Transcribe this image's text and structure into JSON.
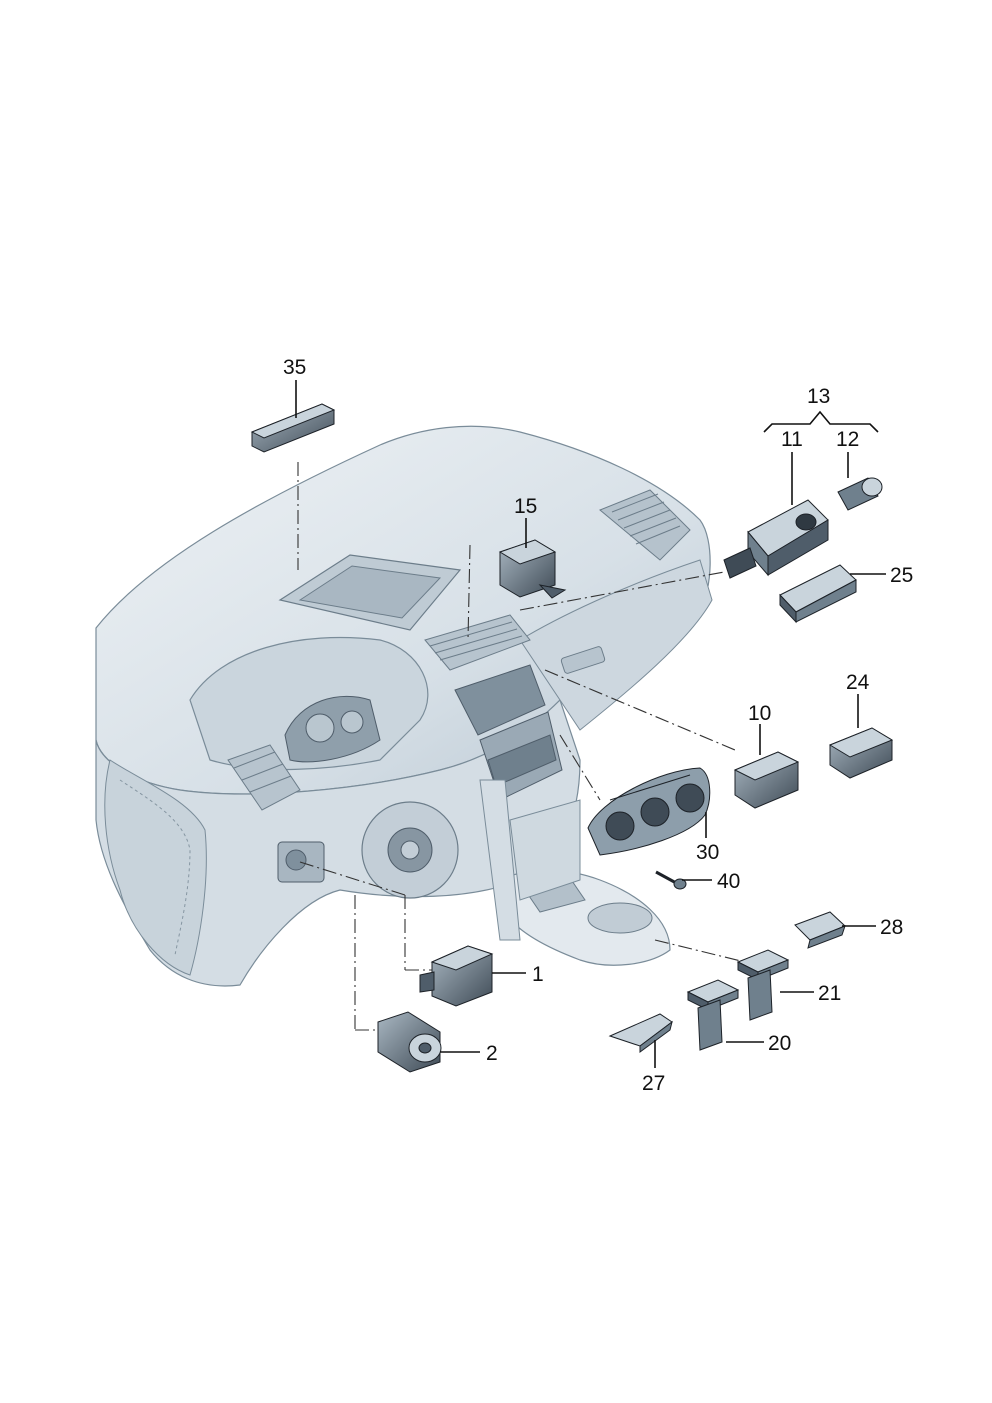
{
  "diagram": {
    "callouts": [
      {
        "id": "c35",
        "label": "35"
      },
      {
        "id": "c13",
        "label": "13"
      },
      {
        "id": "c11",
        "label": "11"
      },
      {
        "id": "c12",
        "label": "12"
      },
      {
        "id": "c15",
        "label": "15"
      },
      {
        "id": "c25",
        "label": "25"
      },
      {
        "id": "c24",
        "label": "24"
      },
      {
        "id": "c10",
        "label": "10"
      },
      {
        "id": "c30",
        "label": "30"
      },
      {
        "id": "c40",
        "label": "40"
      },
      {
        "id": "c28",
        "label": "28"
      },
      {
        "id": "c1",
        "label": "1"
      },
      {
        "id": "c21",
        "label": "21"
      },
      {
        "id": "c2",
        "label": "2"
      },
      {
        "id": "c20",
        "label": "20"
      },
      {
        "id": "c27",
        "label": "27"
      }
    ]
  },
  "colors": {
    "dashboard_fill": "#dfe6ec",
    "dashboard_outline": "#7a8c99",
    "part_dark": "#4f5d6a",
    "part_mid": "#8d9eab",
    "text": "#111111"
  }
}
